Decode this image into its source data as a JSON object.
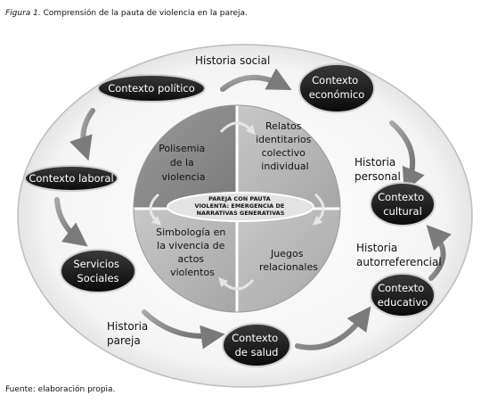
{
  "caption": {
    "prefix": "Figura 1.",
    "text": "Comprensión de la pauta de violencia en la pareja."
  },
  "source": "Fuente: elaboración propia.",
  "outer_labels": {
    "historia_social": "Historia social",
    "historia_personal": [
      "Historia",
      "personal"
    ],
    "historia_autorreferencial": [
      "Historia",
      "autorreferencial"
    ],
    "historia_pareja": [
      "Historia",
      "pareja"
    ]
  },
  "contexts": {
    "politico": [
      "Contexto político"
    ],
    "economico": [
      "Contexto",
      "económico"
    ],
    "laboral": [
      "Contexto laboral"
    ],
    "cultural": [
      "Contexto",
      "cultural"
    ],
    "servicios": [
      "Servicios",
      "Sociales"
    ],
    "educativo": [
      "Contexto",
      "educativo"
    ],
    "salud": [
      "Contexto",
      "de salud"
    ]
  },
  "quadrants": {
    "top_left": [
      "Polisemia",
      "de la",
      "violencia"
    ],
    "top_right": [
      "Relatos",
      "identitarios",
      "colectivo",
      "individual"
    ],
    "bottom_left": [
      "Simbología en",
      "la vivencia de",
      "actos",
      "violentos"
    ],
    "bottom_right": [
      "Juegos",
      "relacionales"
    ]
  },
  "center": [
    "PAREJA CON PAUTA",
    "VIOLENTA: EMERGENCIA DE",
    "NARRATIVAS GENERATIVAS"
  ]
}
